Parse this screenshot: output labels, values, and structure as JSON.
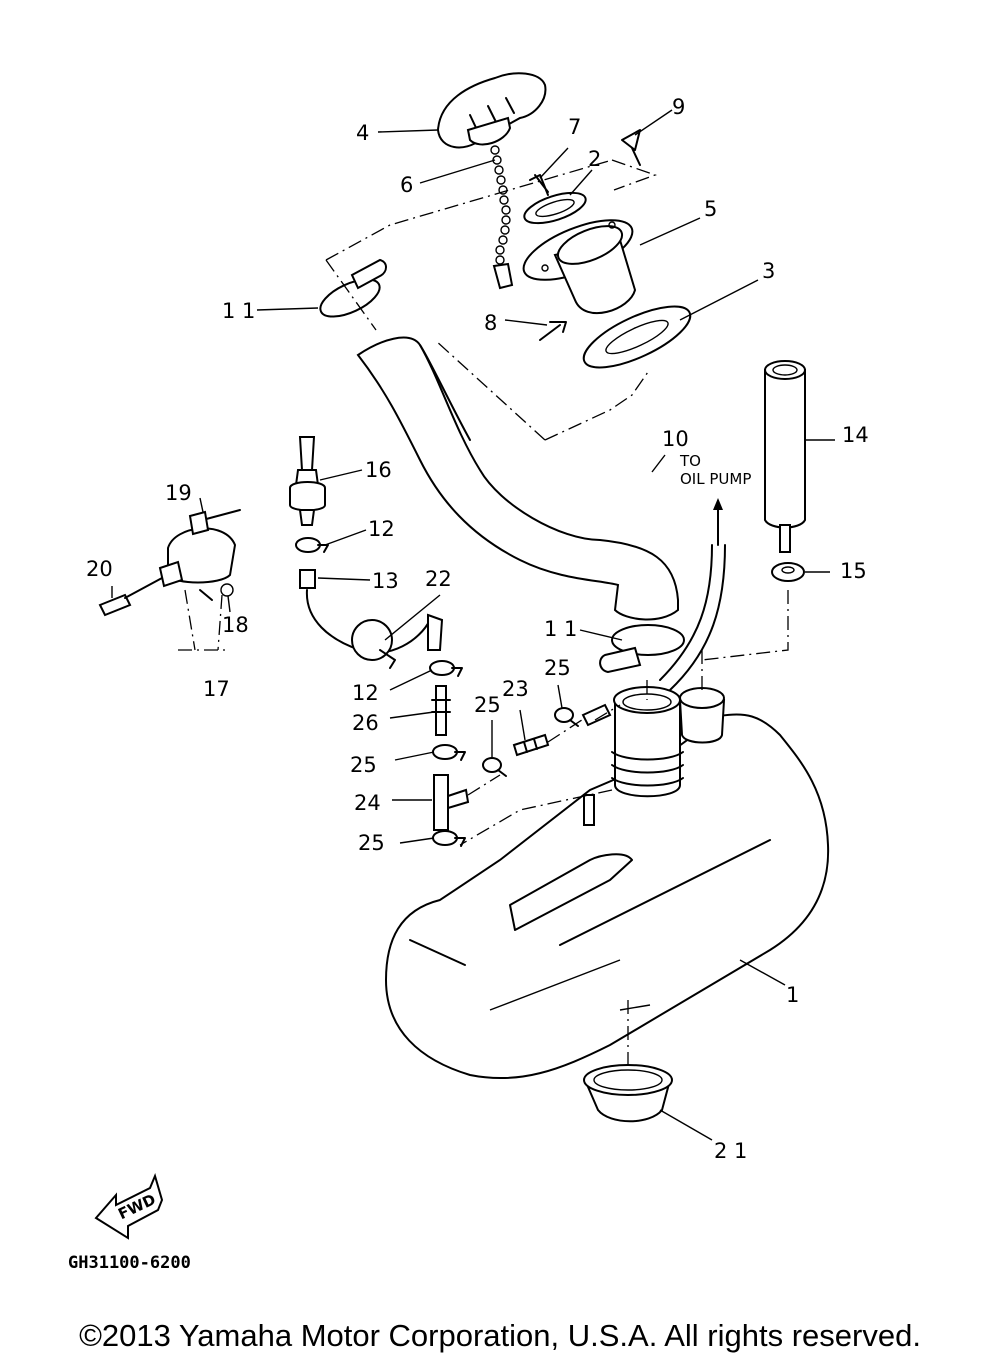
{
  "callouts": {
    "c1": "1",
    "c2": "2",
    "c3": "3",
    "c4": "4",
    "c5": "5",
    "c6": "6",
    "c7": "7",
    "c8": "8",
    "c9": "9",
    "c10": "10",
    "c11a": "1 1",
    "c11b": "1 1",
    "c12a": "12",
    "c12b": "12",
    "c13": "13",
    "c14": "14",
    "c15": "15",
    "c16": "16",
    "c17": "17",
    "c18": "18",
    "c19": "19",
    "c20": "20",
    "c21": "2 1",
    "c22": "22",
    "c23": "23",
    "c24": "24",
    "c25a": "25",
    "c25b": "25",
    "c25c": "25",
    "c25d": "25",
    "c26": "26"
  },
  "notes": {
    "to": "TO",
    "oil_pump": "OIL PUMP",
    "fwd": "FWD"
  },
  "diagram_code": "GH31100-6200",
  "copyright": "©2013 Yamaha Motor Corporation, U.S.A. All rights reserved."
}
